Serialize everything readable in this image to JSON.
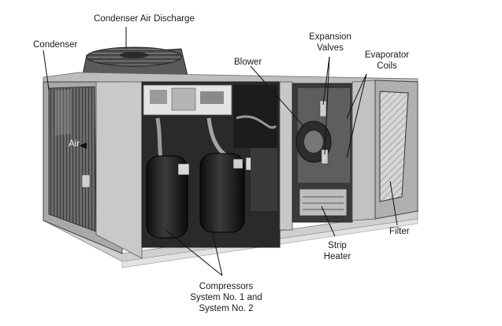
{
  "labels": {
    "condenser_air_discharge": "Condenser Air Discharge",
    "condenser": "Condenser",
    "air": "Air",
    "expansion_valves": [
      "Expansion",
      "Valves"
    ],
    "blower": "Blower",
    "evaporator_coils": [
      "Evaporator",
      "Coils"
    ],
    "filter": "Filter",
    "strip_heater": [
      "Strip",
      "Heater"
    ],
    "compressors": [
      "Compressors",
      "System No. 1 and",
      "System No. 2"
    ]
  }
}
